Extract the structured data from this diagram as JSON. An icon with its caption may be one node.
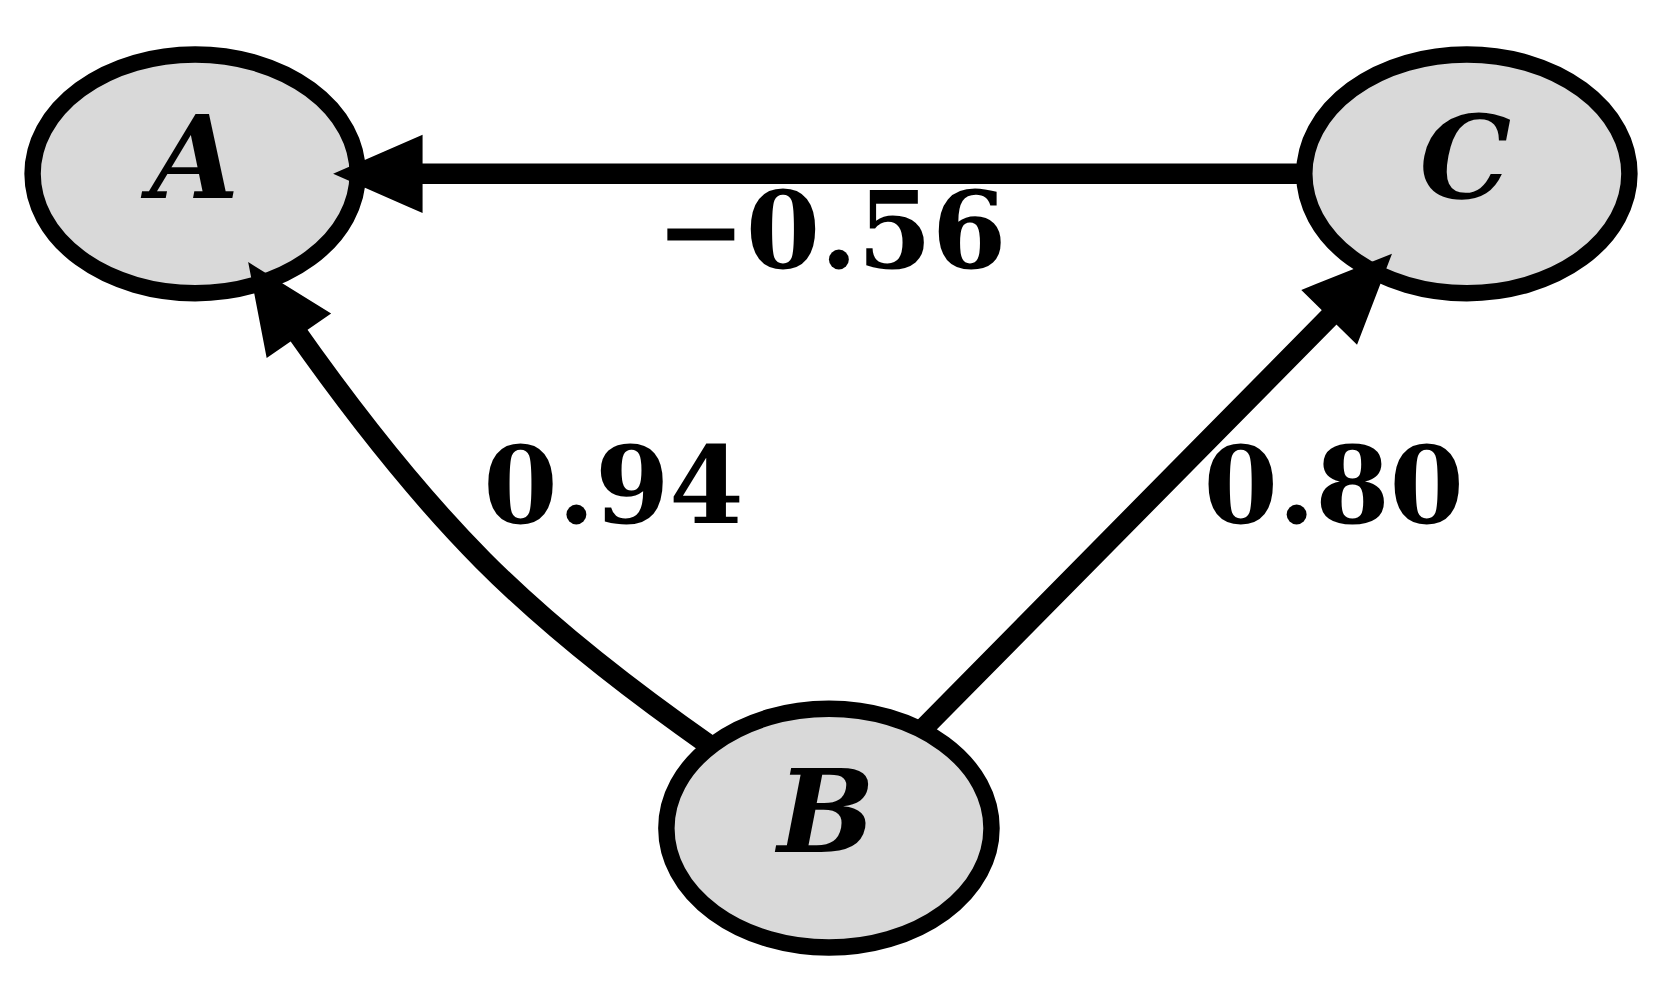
{
  "diagram": {
    "nodes": [
      {
        "text": [
          "A"
        ]
      },
      {
        "text": [
          "C"
        ]
      },
      {
        "text": [
          "B"
        ]
      }
    ],
    "edges": [
      {
        "from": 1,
        "to": 0,
        "arrow": "to",
        "label": "−0.56"
      },
      {
        "from": 2,
        "to": 0,
        "arrow": "to",
        "label": "0.94"
      },
      {
        "from": 2,
        "to": 1,
        "arrow": "to",
        "label": "0.80"
      }
    ]
  }
}
